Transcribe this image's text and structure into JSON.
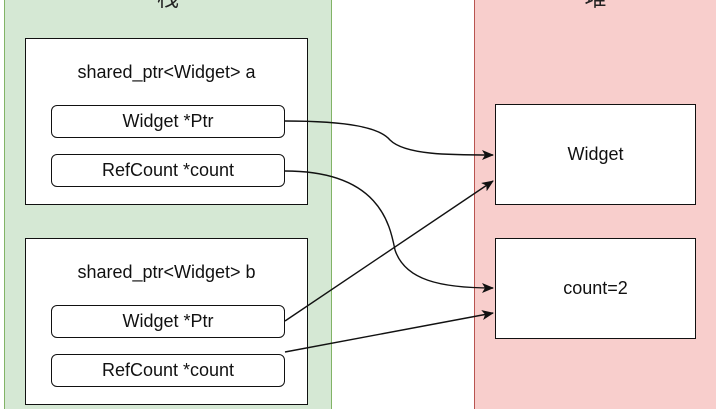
{
  "stack": {
    "title": "栈",
    "color": "#d5e8d4"
  },
  "heap": {
    "title": "堆",
    "color": "#f8cecc"
  },
  "object_a": {
    "title": "shared_ptr<Widget> a",
    "ptr_field": "Widget *Ptr",
    "count_field": "RefCount *count"
  },
  "object_b": {
    "title": "shared_ptr<Widget> b",
    "ptr_field": "Widget *Ptr",
    "count_field": "RefCount *count"
  },
  "heap_widget": {
    "label": "Widget"
  },
  "heap_count": {
    "label": "count=2"
  }
}
